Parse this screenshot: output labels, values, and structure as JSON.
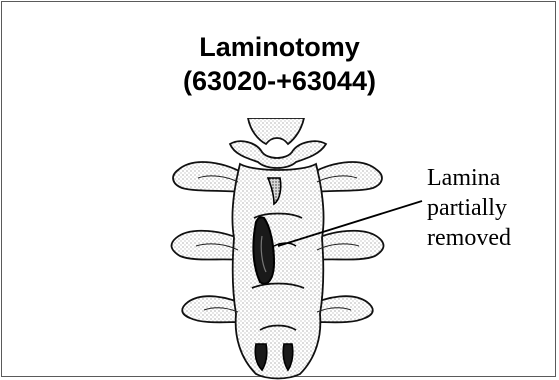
{
  "title": {
    "line1": "Laminotomy",
    "line2": "(63020-+63044)"
  },
  "illustration": {
    "subject": "lumbar-spine-posterior-view"
  },
  "callout": {
    "line1": "Lamina",
    "line2": "partially",
    "line3": "removed"
  }
}
